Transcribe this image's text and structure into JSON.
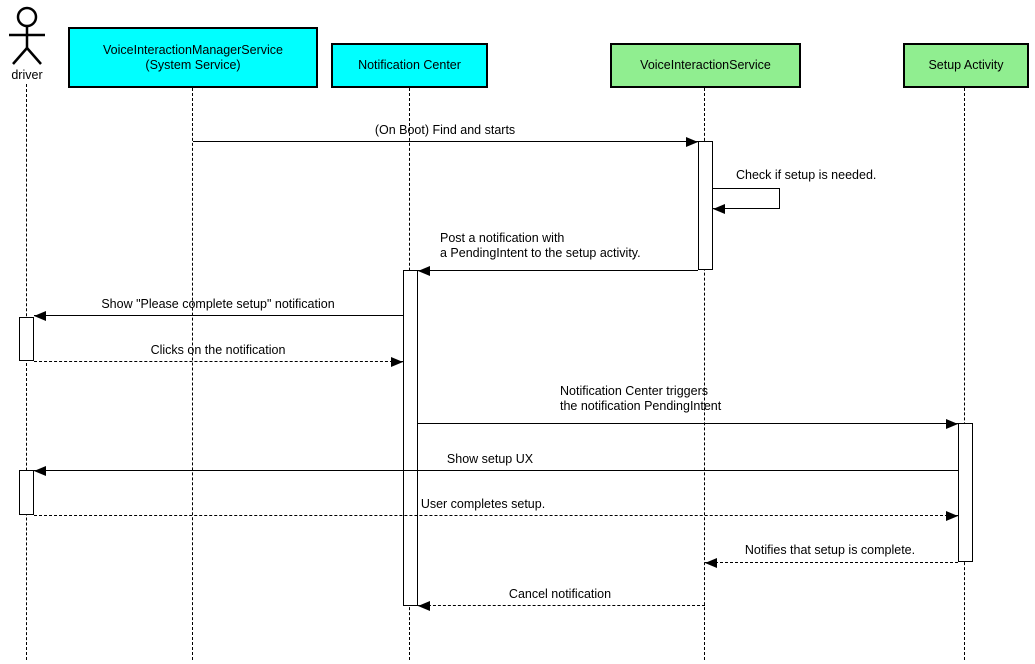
{
  "diagram_type": "sequence-diagram",
  "colors": {
    "system_participant": "#00ffff",
    "service_participant": "#90ee90",
    "line": "#000000",
    "background": "#ffffff"
  },
  "participants": [
    {
      "id": "driver",
      "label": "driver",
      "kind": "actor"
    },
    {
      "id": "vims",
      "label": "VoiceInteractionManagerService",
      "sublabel": "(System Service)",
      "kind": "system",
      "color": "#00ffff"
    },
    {
      "id": "notification-center",
      "label": "Notification Center",
      "kind": "system",
      "color": "#00ffff"
    },
    {
      "id": "vis",
      "label": "VoiceInteractionService",
      "kind": "service",
      "color": "#90ee90"
    },
    {
      "id": "setup-activity",
      "label": "Setup Activity",
      "kind": "service",
      "color": "#90ee90"
    }
  ],
  "messages": [
    {
      "label": "(On Boot) Find and starts",
      "from": "vims",
      "to": "vis",
      "style": "solid"
    },
    {
      "label": "Check if setup is needed.",
      "from": "vis",
      "to": "vis",
      "style": "solid",
      "self": true
    },
    {
      "label": "Post a notification with\na PendingIntent to the setup activity.",
      "from": "vis",
      "to": "notification-center",
      "style": "solid"
    },
    {
      "label": "Show \"Please complete setup\" notification",
      "from": "notification-center",
      "to": "driver",
      "style": "solid"
    },
    {
      "label": "Clicks on the notification",
      "from": "driver",
      "to": "notification-center",
      "style": "dashed"
    },
    {
      "label": "Notification Center triggers\nthe notification PendingIntent",
      "from": "notification-center",
      "to": "setup-activity",
      "style": "solid"
    },
    {
      "label": "Show setup UX",
      "from": "setup-activity",
      "to": "driver",
      "style": "solid"
    },
    {
      "label": "User completes setup.",
      "from": "driver",
      "to": "setup-activity",
      "style": "dashed"
    },
    {
      "label": "Notifies that setup is complete.",
      "from": "setup-activity",
      "to": "vis",
      "style": "dashed"
    },
    {
      "label": "Cancel notification",
      "from": "vis",
      "to": "notification-center",
      "style": "dashed"
    }
  ]
}
